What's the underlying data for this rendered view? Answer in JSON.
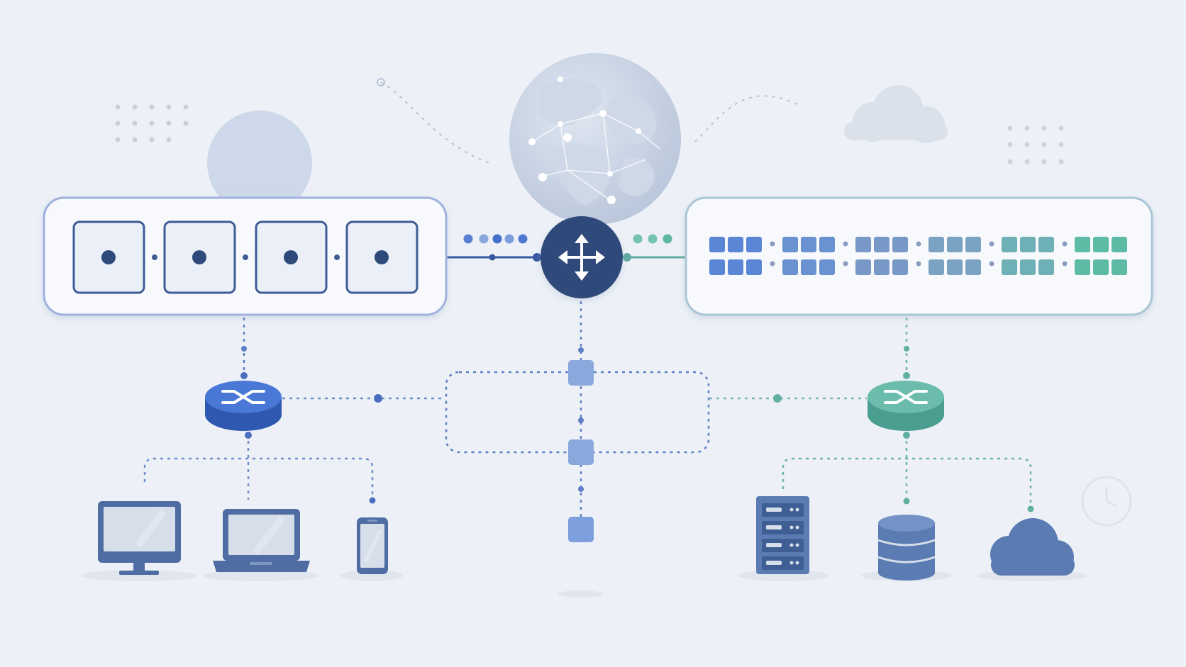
{
  "diagram": {
    "colors": {
      "background": "#edf1f7",
      "panel_fill": "#f7f9fc",
      "panel_border_left": "#9fb2de",
      "panel_border_right": "#a9c6d6",
      "navy": "#2e4a7a",
      "blue": "#3d6cc8",
      "teal": "#58b3a2",
      "slate": "#5b7bb3",
      "dash_blue": "#5f7fc6",
      "dash_teal": "#6db3a6",
      "node_square": "#8aa8dc"
    },
    "left_panel": {
      "port_count": 4,
      "port_icon": "port-dot-icon"
    },
    "right_panel": {
      "block_count": 6,
      "block_colors": [
        "#5b86d6",
        "#6b92d0",
        "#7898c8",
        "#7aa2c2",
        "#6fb0b6",
        "#5dbaa5"
      ]
    },
    "center_hub": {
      "icon": "four-way-arrows-icon"
    },
    "left_router": {
      "icon": "router-arrows-icon",
      "color": "#3d6cc8"
    },
    "right_router": {
      "icon": "router-arrows-icon",
      "color": "#58b3a2"
    },
    "left_devices": [
      "desktop-monitor-icon",
      "laptop-icon",
      "smartphone-icon"
    ],
    "right_devices": [
      "server-rack-icon",
      "database-icon",
      "cloud-icon"
    ],
    "decorations": [
      "globe-icon",
      "background-cloud-icon",
      "clock-icon",
      "dot-grid-left",
      "dot-grid-right",
      "decorative-circle"
    ]
  }
}
